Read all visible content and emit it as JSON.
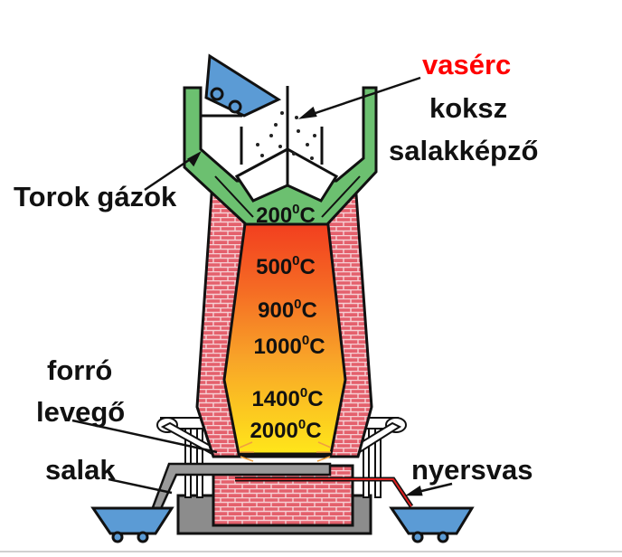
{
  "title": "Blast furnace diagram",
  "labels": {
    "iron_ore": "vasérc",
    "coke": "koksz",
    "flux": "salakképző",
    "top_gases": "Torok gázok",
    "hot_air_1": "forró",
    "hot_air_2": "levegő",
    "slag": "salak",
    "pig_iron": "nyersvas"
  },
  "temperatures": [
    {
      "value": "200",
      "unit": "C"
    },
    {
      "value": "500",
      "unit": "C"
    },
    {
      "value": "900",
      "unit": "C"
    },
    {
      "value": "1000",
      "unit": "C"
    },
    {
      "value": "1400",
      "unit": "C"
    },
    {
      "value": "2000",
      "unit": "C"
    }
  ],
  "degree_mark": "0",
  "colors": {
    "accent_red": "#ff0000",
    "green": "#6cc070",
    "blue": "#5b9bd5",
    "brick": "#e06070",
    "gray": "#8c8c8c"
  }
}
